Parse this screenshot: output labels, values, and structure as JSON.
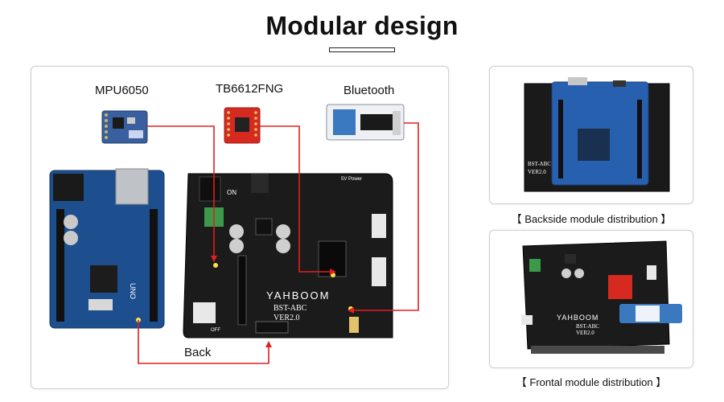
{
  "page": {
    "title": "Modular design"
  },
  "main_diagram": {
    "modules": [
      {
        "label": "MPU6050"
      },
      {
        "label": "TB6612FNG"
      },
      {
        "label": "Bluetooth"
      }
    ],
    "back_label": "Back",
    "board": {
      "brand": "YAHBOOM",
      "model": "BST-ABC",
      "version": "VER2.0",
      "on_label": "ON",
      "off_label": "OFF",
      "power_label": "5V Power"
    },
    "arduino": {
      "text": "UNO"
    },
    "connector_color": "#e02020"
  },
  "side_images": {
    "backside_caption": "【 Backside module distribution 】",
    "frontal_caption": "【 Frontal module distribution 】",
    "back_board_text": "BST-ABC",
    "back_board_ver": "VER2.0",
    "front_board_brand": "YAHBOOM",
    "front_board_model": "BST-ABC",
    "front_board_ver": "VER2.0"
  },
  "colors": {
    "board_black": "#1b1b1b",
    "arduino_blue": "#1d4f8f",
    "mpu_blue": "#3a5f9e",
    "tb_red": "#d62a20",
    "bt_blue": "#3a78c0",
    "green_terminal": "#3a9a4a"
  }
}
